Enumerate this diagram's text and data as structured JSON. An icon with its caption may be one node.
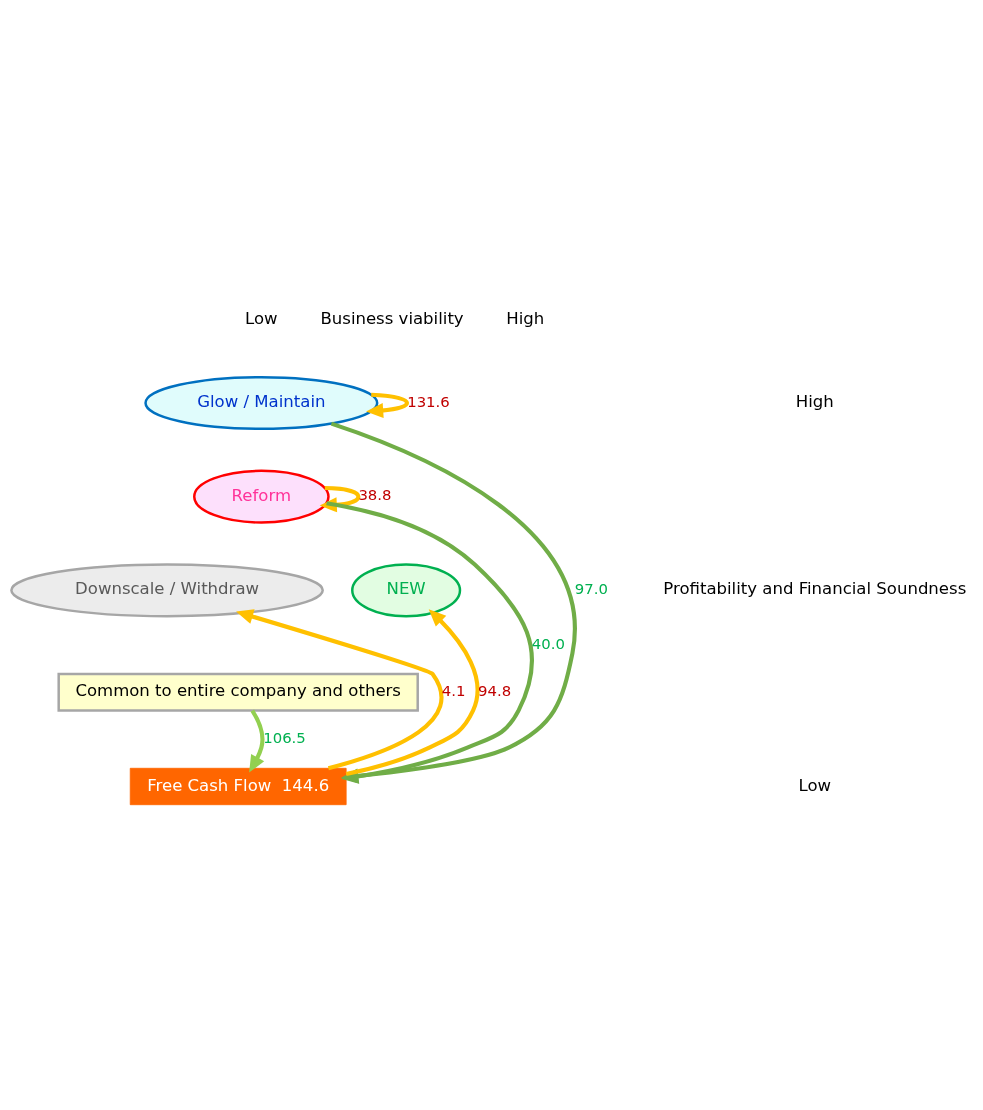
{
  "diagram": {
    "nodes": [
      {
        "text": [
          "Glow / Maintain"
        ]
      },
      {
        "text": [
          "Reform"
        ]
      },
      {
        "text": [
          "Downscale / Withdraw"
        ]
      },
      {
        "text": [
          "NEW"
        ]
      },
      {
        "text": [
          "Common to entire company and others"
        ]
      },
      {
        "text": [
          "Free Cash Flow  144.6"
        ]
      }
    ],
    "edges": [
      {
        "from": 0,
        "to": 0,
        "arrow": "to",
        "label": "131.6",
        "color": "#ffc000"
      },
      {
        "from": 1,
        "to": 1,
        "arrow": "to",
        "label": "38.8",
        "color": "#ffc000"
      },
      {
        "from": 0,
        "to": 5,
        "arrow": "to",
        "label": "97.0",
        "color": "#70ad47"
      },
      {
        "from": 1,
        "to": 5,
        "arrow": "to",
        "label": "40.0",
        "color": "#70ad47"
      },
      {
        "from": 5,
        "to": 2,
        "arrow": "to",
        "label": "4.1",
        "color": "#ffc000"
      },
      {
        "from": 5,
        "to": 3,
        "arrow": "to",
        "label": "94.8",
        "color": "#ffc000"
      },
      {
        "from": 4,
        "to": 5,
        "arrow": "to",
        "label": "106.5",
        "color": "#92d050"
      }
    ],
    "labels": [
      "Low",
      "Business viability",
      "High",
      "High",
      "Profitability and Financial Soundness",
      "Low"
    ]
  }
}
